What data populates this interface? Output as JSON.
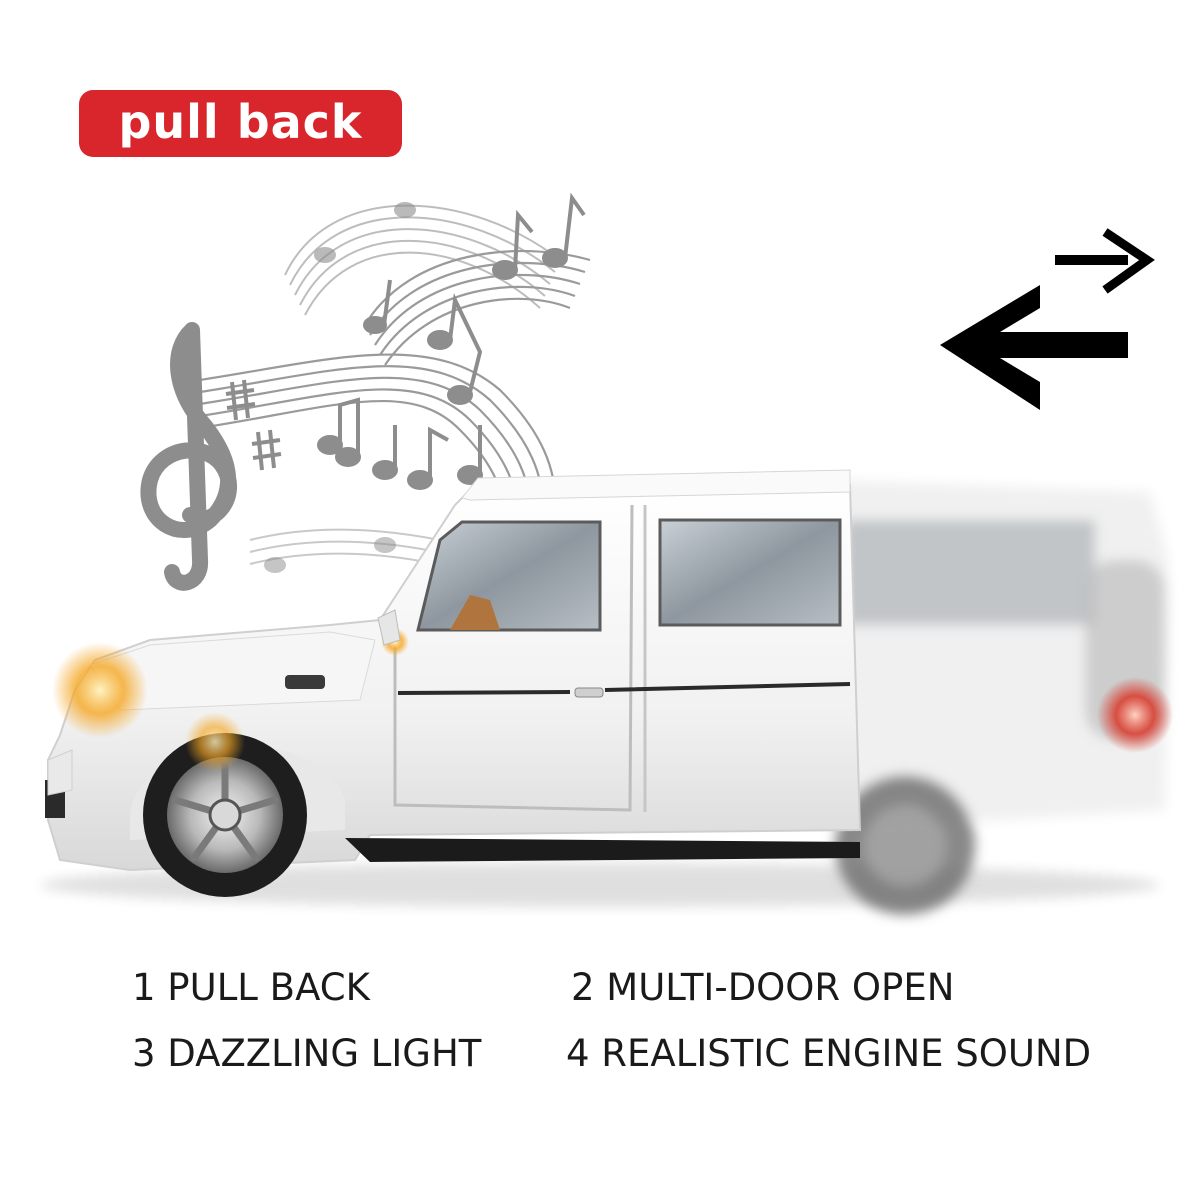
{
  "badge": {
    "label": "pull back",
    "color": "#d9262c"
  },
  "icons": {
    "music": "music-notes-icon",
    "direction": "bidirectional-arrows-icon"
  },
  "product": {
    "subject": "white toy SUV model car",
    "color": "#ffffff"
  },
  "features": [
    {
      "label": "1 PULL BACK"
    },
    {
      "label": "2  MULTI-DOOR OPEN"
    },
    {
      "label": "3 DAZZLING LIGHT"
    },
    {
      "label": "4 REALISTIC ENGINE SOUND"
    }
  ]
}
